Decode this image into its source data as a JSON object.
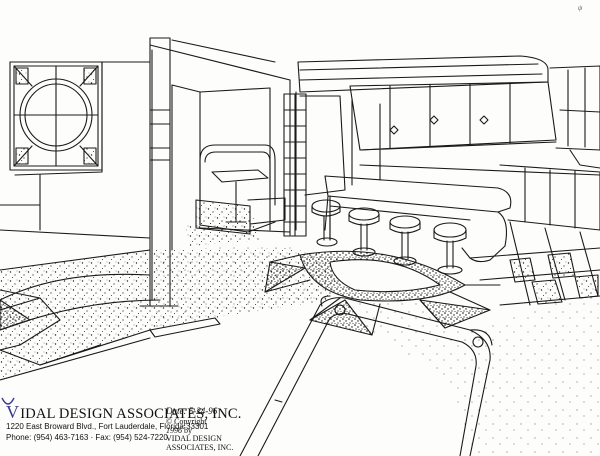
{
  "title_block": {
    "firm_initial": "V",
    "firm_rest": "IDAL DESIGN ASSOCIATES, INC.",
    "address": "1220 East Broward Blvd., Fort Lauderdale, Florida 33301",
    "phone": "Phone: (954) 463-7163 · Fax: (954) 524-7220",
    "date_label": "Date",
    "date_value": "5-24-96",
    "copyright_line1": "© Copyright",
    "copyright_year": "1996",
    "copyright_by": "by",
    "copyright_line3": "VIDAL DESIGN",
    "copyright_line4": "ASSOCIATES, INC."
  },
  "corner_mark": "ψ",
  "colors": {
    "ink": "#1a1a1a",
    "paper": "#fdfdfb",
    "logo_accent": "#3a3a8a"
  }
}
